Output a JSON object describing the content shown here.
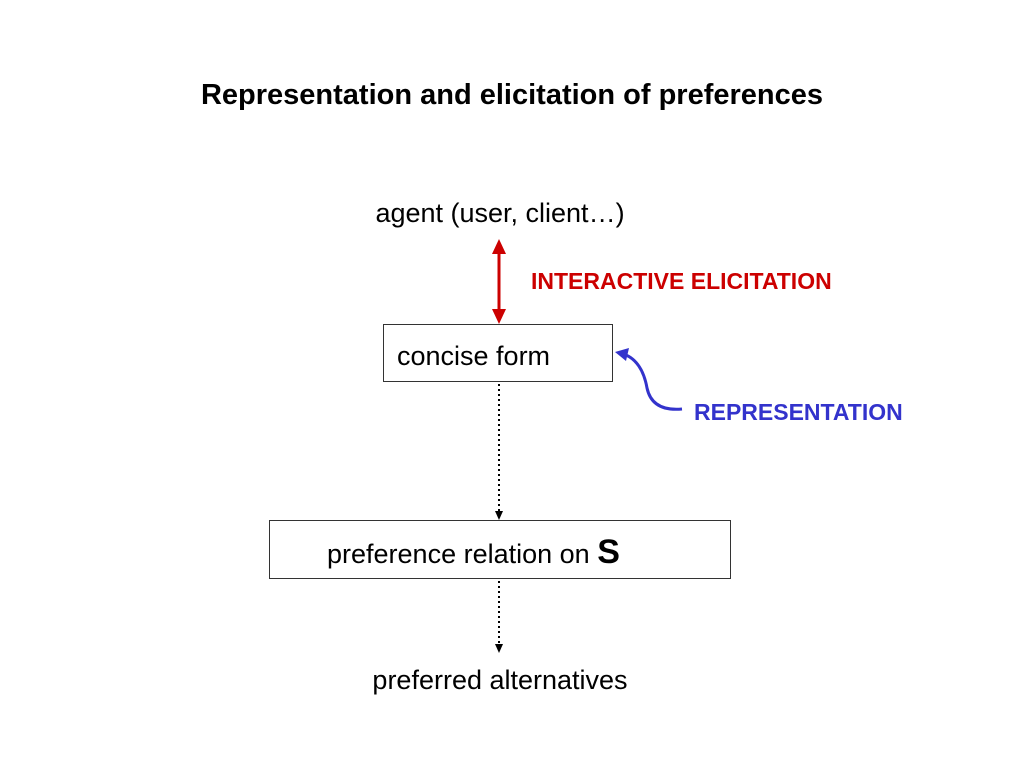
{
  "diagram": {
    "title": "Representation and elicitation of preferences",
    "nodes": {
      "agent": "agent (user, client…)",
      "concise_form": "concise form",
      "preference_relation": "preference relation on",
      "preference_relation_symbol": "S",
      "preferred_alternatives": "preferred alternatives"
    },
    "labels": {
      "interactive_elicitation": "INTERACTIVE ELICITATION",
      "representation": "REPRESENTATION"
    },
    "colors": {
      "elicitation": "#cc0000",
      "representation": "#3333cc",
      "text": "#000000"
    },
    "edges": [
      {
        "from": "agent",
        "to": "concise_form",
        "style": "double-arrow",
        "color": "elicitation"
      },
      {
        "from": "representation",
        "to": "concise_form",
        "style": "curved-arrow",
        "color": "representation"
      },
      {
        "from": "concise_form",
        "to": "preference_relation",
        "style": "dotted-arrow"
      },
      {
        "from": "preference_relation",
        "to": "preferred_alternatives",
        "style": "dotted-arrow"
      }
    ]
  }
}
